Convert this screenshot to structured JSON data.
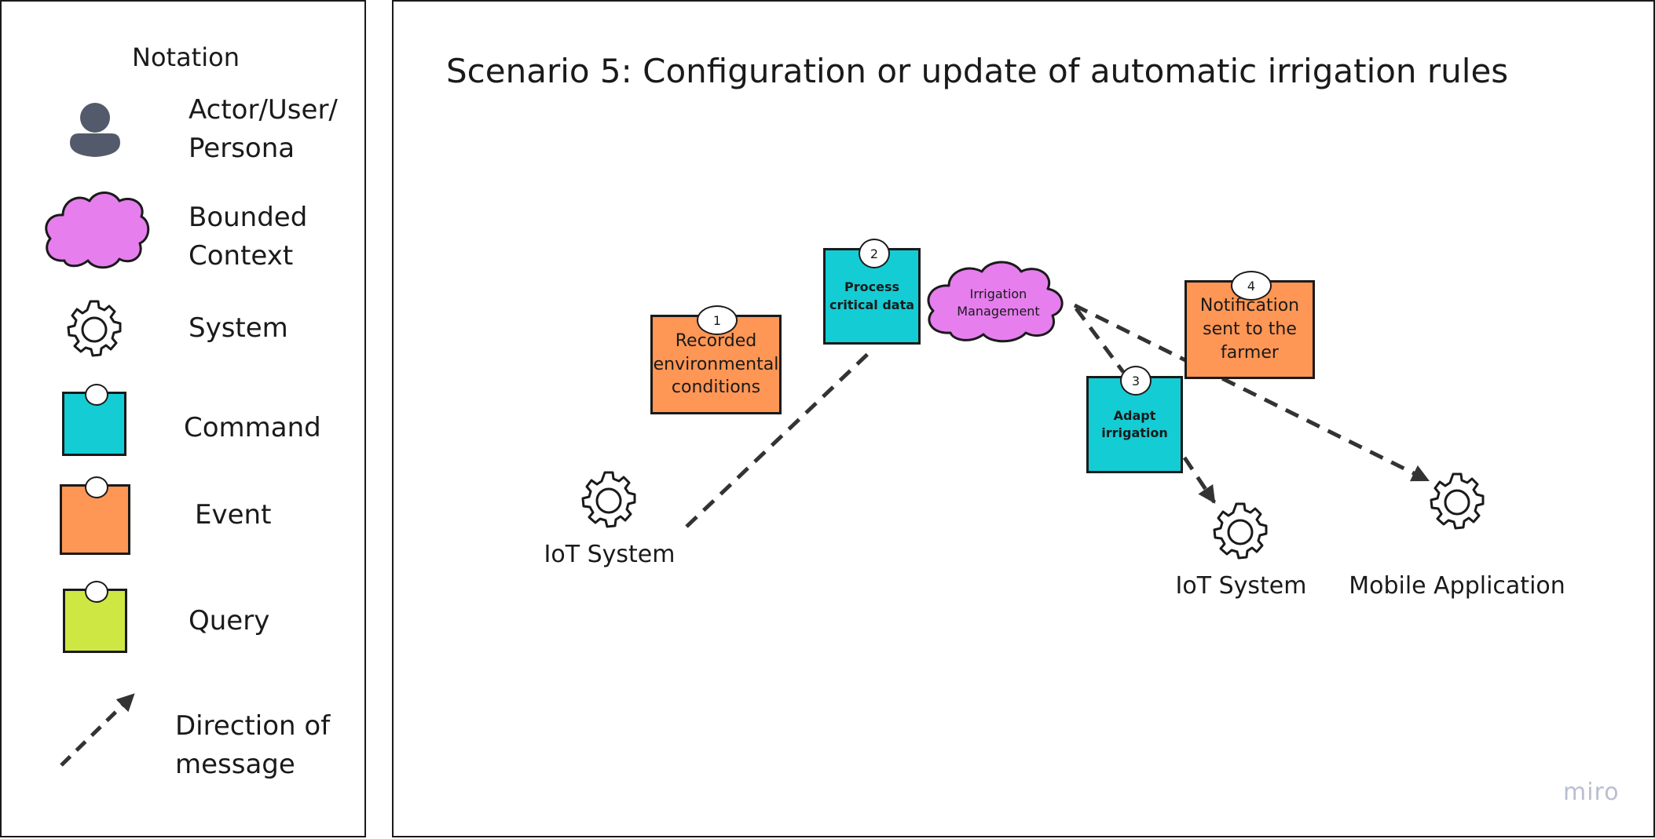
{
  "legend": {
    "title": "Notation",
    "items": [
      {
        "key": "actor",
        "label": "Actor/User/\nPersona"
      },
      {
        "key": "bounded_context",
        "label": "Bounded\nContext"
      },
      {
        "key": "system",
        "label": "System"
      },
      {
        "key": "command",
        "label": "Command"
      },
      {
        "key": "event",
        "label": "Event"
      },
      {
        "key": "query",
        "label": "Query"
      },
      {
        "key": "direction",
        "label": "Direction of\nmessage"
      }
    ]
  },
  "canvas": {
    "title": "Scenario 5: Configuration or update of automatic irrigation rules",
    "nodes": {
      "event1": {
        "step": "1",
        "label": "Recorded\nenvironmental\nconditions"
      },
      "command2": {
        "step": "2",
        "label": "Process\ncritical data"
      },
      "context": {
        "label": "Irrigation\nManagement"
      },
      "command3": {
        "step": "3",
        "label": "Adapt\nirrigation"
      },
      "event4": {
        "step": "4",
        "label": "Notification\nsent to the\nfarmer"
      },
      "system_left": {
        "label": "IoT System"
      },
      "system_right": {
        "label": "IoT System"
      },
      "system_mobile": {
        "label": "Mobile Application"
      }
    }
  },
  "brand": "miro",
  "colors": {
    "command": "#14ccd4",
    "event": "#fe9655",
    "query": "#cfe743",
    "bounded_context": "#e67eee",
    "actor": "#535a6b",
    "arrow": "#333333"
  }
}
